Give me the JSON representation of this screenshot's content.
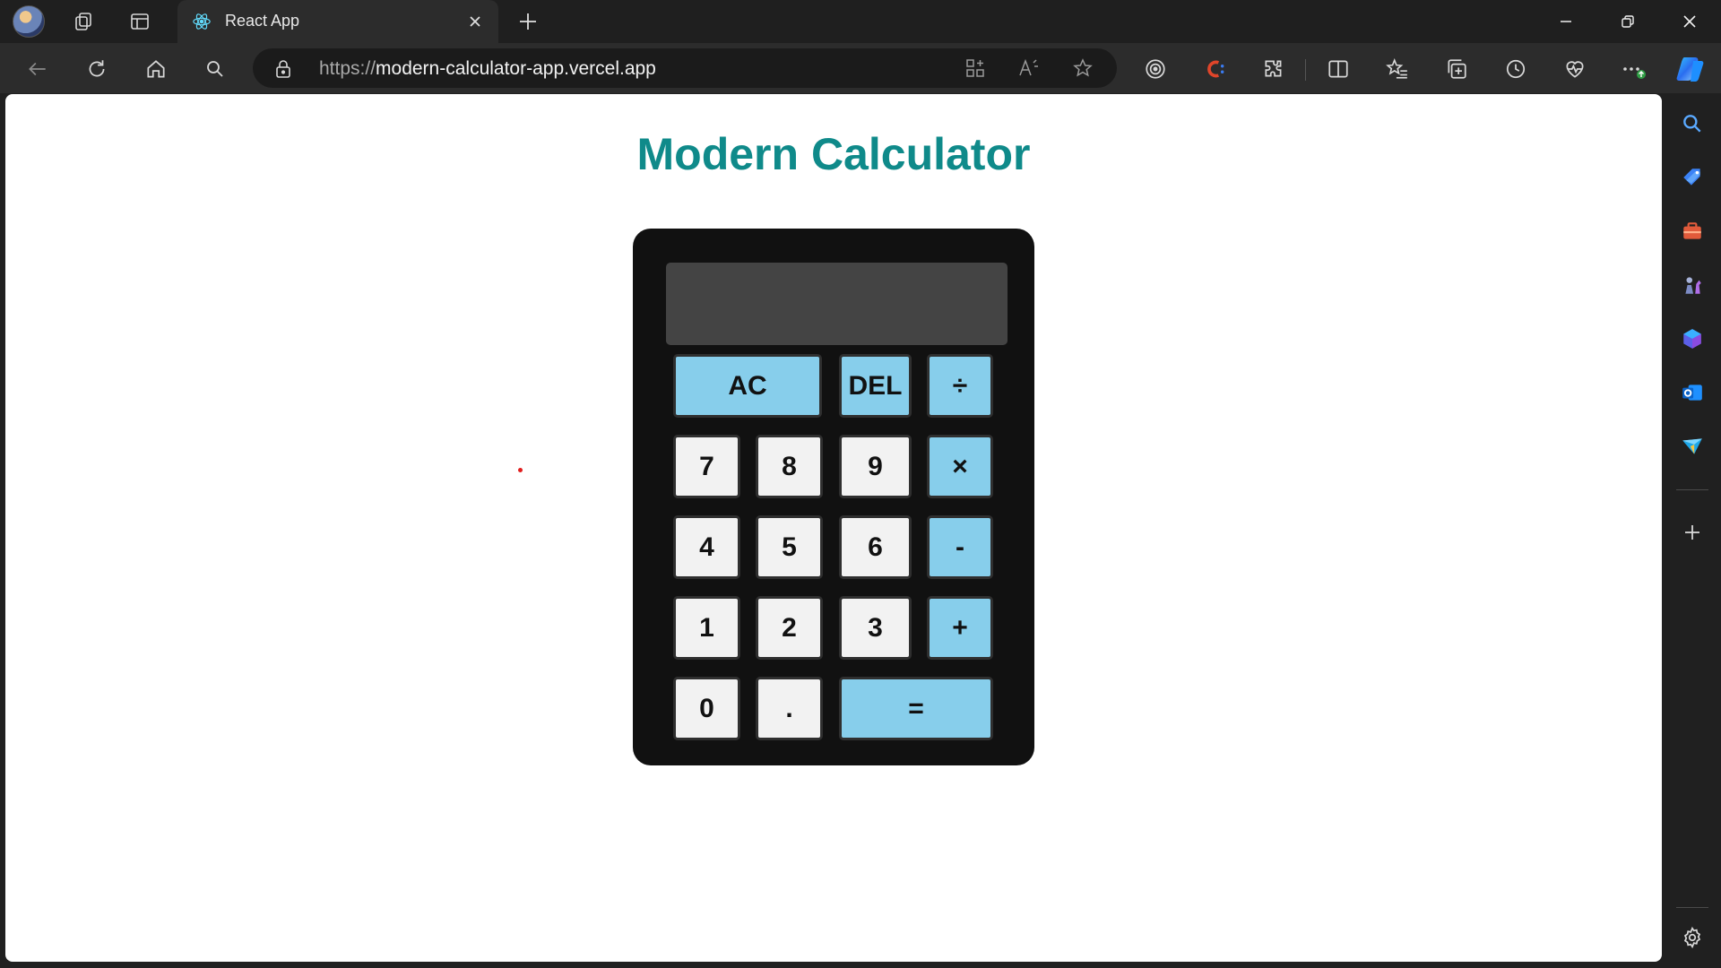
{
  "browser": {
    "tab": {
      "title": "React App",
      "favicon": "react-icon"
    },
    "address": {
      "protocol": "https://",
      "host": "modern-calculator-app.vercel.app"
    }
  },
  "page": {
    "title": "Modern Calculator"
  },
  "calculator": {
    "display_value": "",
    "keys": {
      "ac": "AC",
      "del": "DEL",
      "divide": "÷",
      "seven": "7",
      "eight": "8",
      "nine": "9",
      "multiply": "×",
      "four": "4",
      "five": "5",
      "six": "6",
      "subtract": "-",
      "one": "1",
      "two": "2",
      "three": "3",
      "add": "+",
      "zero": "0",
      "decimal": ".",
      "equals": "="
    }
  },
  "colors": {
    "title": "#0f8a8a",
    "operator_key": "#87ceeb",
    "number_key": "#f2f2f2",
    "calculator_body": "#111111",
    "display": "#444444"
  }
}
